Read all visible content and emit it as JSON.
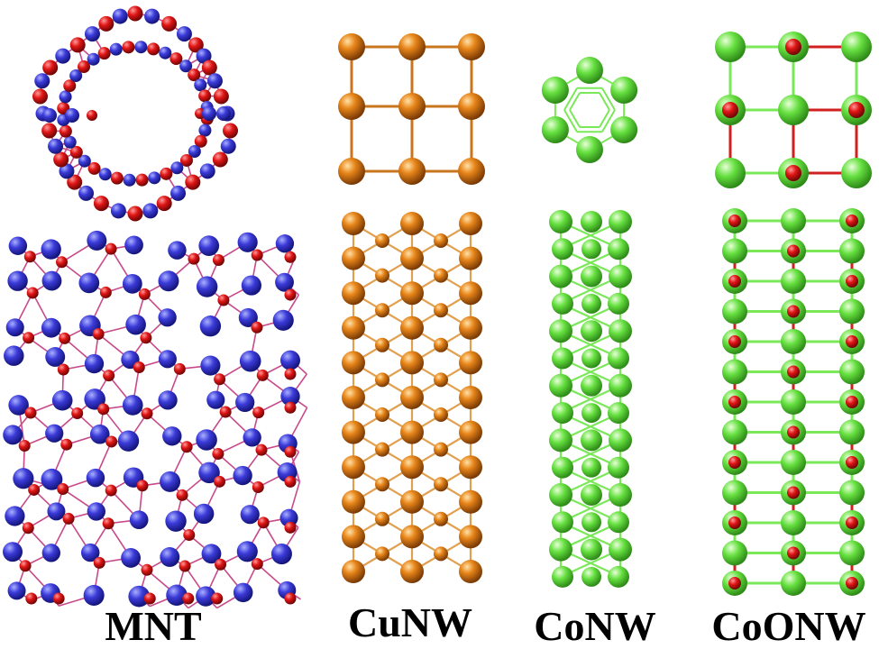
{
  "panels": [
    {
      "id": "mnt",
      "label": "MNT",
      "atoms": [
        "blue",
        "red"
      ]
    },
    {
      "id": "cunw",
      "label": "CuNW",
      "atoms": [
        "orange"
      ]
    },
    {
      "id": "conw",
      "label": "CoNW",
      "atoms": [
        "green"
      ]
    },
    {
      "id": "coonw",
      "label": "CoONW",
      "atoms": [
        "green",
        "red"
      ]
    }
  ],
  "colors": {
    "blue_atom": "#3b3bd9",
    "red_atom": "#e01515",
    "orange_atom": "#e07a10",
    "orange_bond": "#d98a2a",
    "green_atom": "#66e040",
    "green_bond": "#7be85a",
    "mnt_bond": "#c84a8a"
  }
}
